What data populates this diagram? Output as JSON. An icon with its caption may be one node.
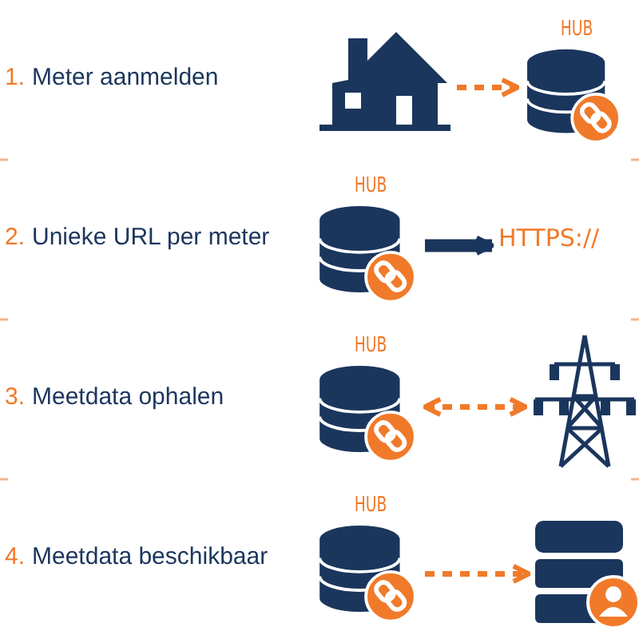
{
  "diagram": {
    "nodes": [
      {
        "text": [],
        "shape": "house"
      },
      {
        "text": [
          "HUB"
        ]
      },
      {
        "text": [
          "HUB"
        ]
      },
      {
        "text": [
          "HTTPS://"
        ]
      },
      {
        "text": [
          "HUB"
        ]
      },
      {
        "text": [],
        "shape": "pylon"
      },
      {
        "text": [
          "HUB"
        ]
      },
      {
        "text": [],
        "shape": "server"
      }
    ],
    "edges": [
      {
        "from": 0,
        "to": 1,
        "arrow": "to",
        "style": "dashed"
      },
      {
        "from": 2,
        "to": 3,
        "arrow": "to",
        "style": "thick",
        "color": "#1b365d"
      },
      {
        "from": 4,
        "to": 5,
        "arrow": "both",
        "style": "dashed"
      },
      {
        "from": 6,
        "to": 7,
        "arrow": "to",
        "style": "dashed"
      }
    ],
    "labels": [
      "1.",
      "Meter aanmelden",
      "2.",
      "Unieke URL per meter",
      "3.",
      "Meetdata ophalen",
      "4.",
      "Meetdata beschikbaar"
    ]
  }
}
